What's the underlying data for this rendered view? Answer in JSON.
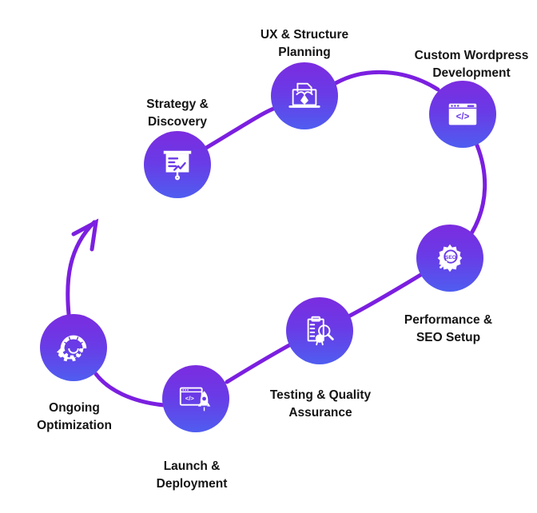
{
  "diagram": {
    "type": "process-cycle",
    "colors": {
      "path": "#7b1fe0",
      "node_top": "#7b2ce0",
      "node_bottom": "#4f5df0",
      "icon": "#ffffff",
      "text": "#141414"
    },
    "steps": [
      {
        "id": "strategy",
        "label_line1": "Strategy &",
        "label_line2": "Discovery",
        "icon": "presentation-chart-icon"
      },
      {
        "id": "ux",
        "label_line1": "UX & Structure",
        "label_line2": "Planning",
        "icon": "laptop-pen-tool-icon"
      },
      {
        "id": "custom-wp",
        "label_line1": "Custom Wordpress",
        "label_line2": "Development",
        "icon": "browser-code-icon"
      },
      {
        "id": "performance",
        "label_line1": "Performance &",
        "label_line2": "SEO Setup",
        "icon": "seo-gear-icon"
      },
      {
        "id": "testing",
        "label_line1": "Testing & Quality",
        "label_line2": "Assurance",
        "icon": "clipboard-magnifier-badge-icon"
      },
      {
        "id": "launch",
        "label_line1": "Launch &",
        "label_line2": "Deployment",
        "icon": "browser-rocket-icon"
      },
      {
        "id": "ongoing",
        "label_line1": "Ongoing",
        "label_line2": "Optimization",
        "icon": "gauge-gear-icon"
      }
    ],
    "seo_text": "SEO",
    "code_text": "</>"
  }
}
